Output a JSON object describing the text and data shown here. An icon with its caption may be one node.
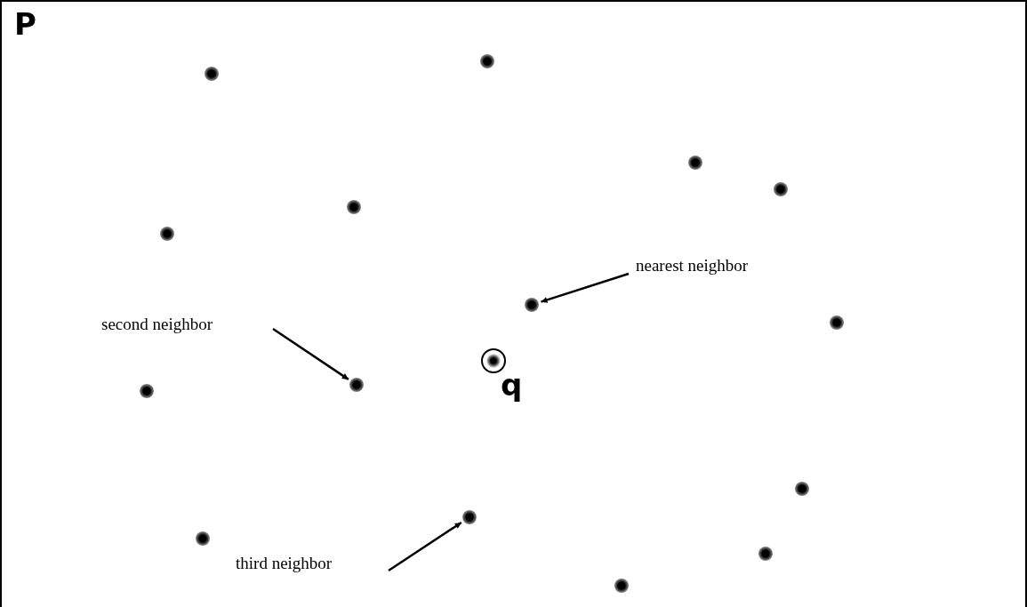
{
  "diagram": {
    "nodes": [
      {
        "text": [
          "P"
        ]
      },
      {
        "text": [],
        "shape": "circle",
        "in": 0
      },
      {
        "text": [],
        "shape": "circle",
        "in": 0
      },
      {
        "text": [],
        "shape": "circle",
        "in": 0
      },
      {
        "text": [],
        "shape": "circle",
        "in": 0
      },
      {
        "text": [],
        "shape": "circle",
        "in": 0
      },
      {
        "text": [],
        "shape": "circle",
        "in": 0
      },
      {
        "text": [],
        "shape": "circle",
        "in": 0
      },
      {
        "text": [
          "nearest neighbor"
        ],
        "in": 0
      },
      {
        "text": [],
        "shape": "circle",
        "in": 0
      },
      {
        "text": [
          "second neighbor"
        ],
        "in": 0
      },
      {
        "text": [],
        "shape": "circle",
        "in": 0,
        "beside": [
          "q"
        ]
      },
      {
        "text": [],
        "shape": "circle",
        "in": 0
      },
      {
        "text": [],
        "shape": "circle",
        "in": 0
      },
      {
        "text": [],
        "shape": "circle",
        "in": 0
      },
      {
        "text": [],
        "shape": "circle",
        "in": 0
      },
      {
        "text": [],
        "shape": "circle",
        "in": 0
      },
      {
        "text": [],
        "shape": "circle",
        "in": 0
      },
      {
        "text": [
          "third neighbor"
        ],
        "in": 0
      },
      {
        "text": [],
        "shape": "circle",
        "in": 0
      }
    ],
    "edges": [
      {
        "from": 8,
        "to": 7,
        "arrow": "to"
      },
      {
        "from": 10,
        "to": 12,
        "arrow": "to"
      },
      {
        "from": 18,
        "to": 15,
        "arrow": "to"
      }
    ]
  }
}
